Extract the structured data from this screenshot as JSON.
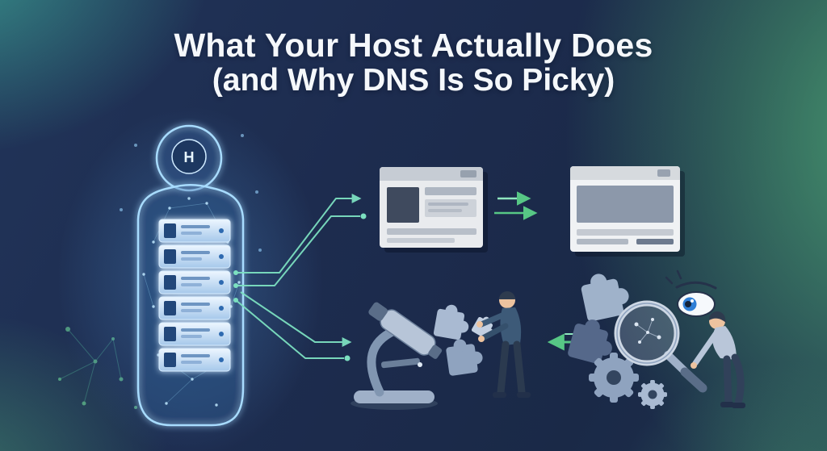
{
  "title": {
    "line1": "What Your Host Actually Does",
    "line2": "(and Why DNS Is So Picky)"
  },
  "illustration": {
    "head_label": "H",
    "server_rack_units": 6,
    "icons": [
      "host-human-wireframe-figure",
      "server-rack-icon",
      "browser-window-icon",
      "browser-window-icon",
      "flow-arrows-right-icon",
      "microscope-icon",
      "puzzle-pieces-icon",
      "person-assembling-puzzle-icon",
      "arrow-left-icon",
      "gears-icon",
      "magnifying-glass-eye-icon",
      "person-inspecting-icon"
    ]
  },
  "colors": {
    "background_navy": "#1c2a4c",
    "accent_green": "#57c785",
    "glow_teal": "#7ce0c0",
    "figure_glow_blue": "#a8dcff",
    "illustration_steel": "#9fb0c8",
    "eye_iris_blue": "#2f7fd6",
    "title_white": "#f4f7fa"
  }
}
